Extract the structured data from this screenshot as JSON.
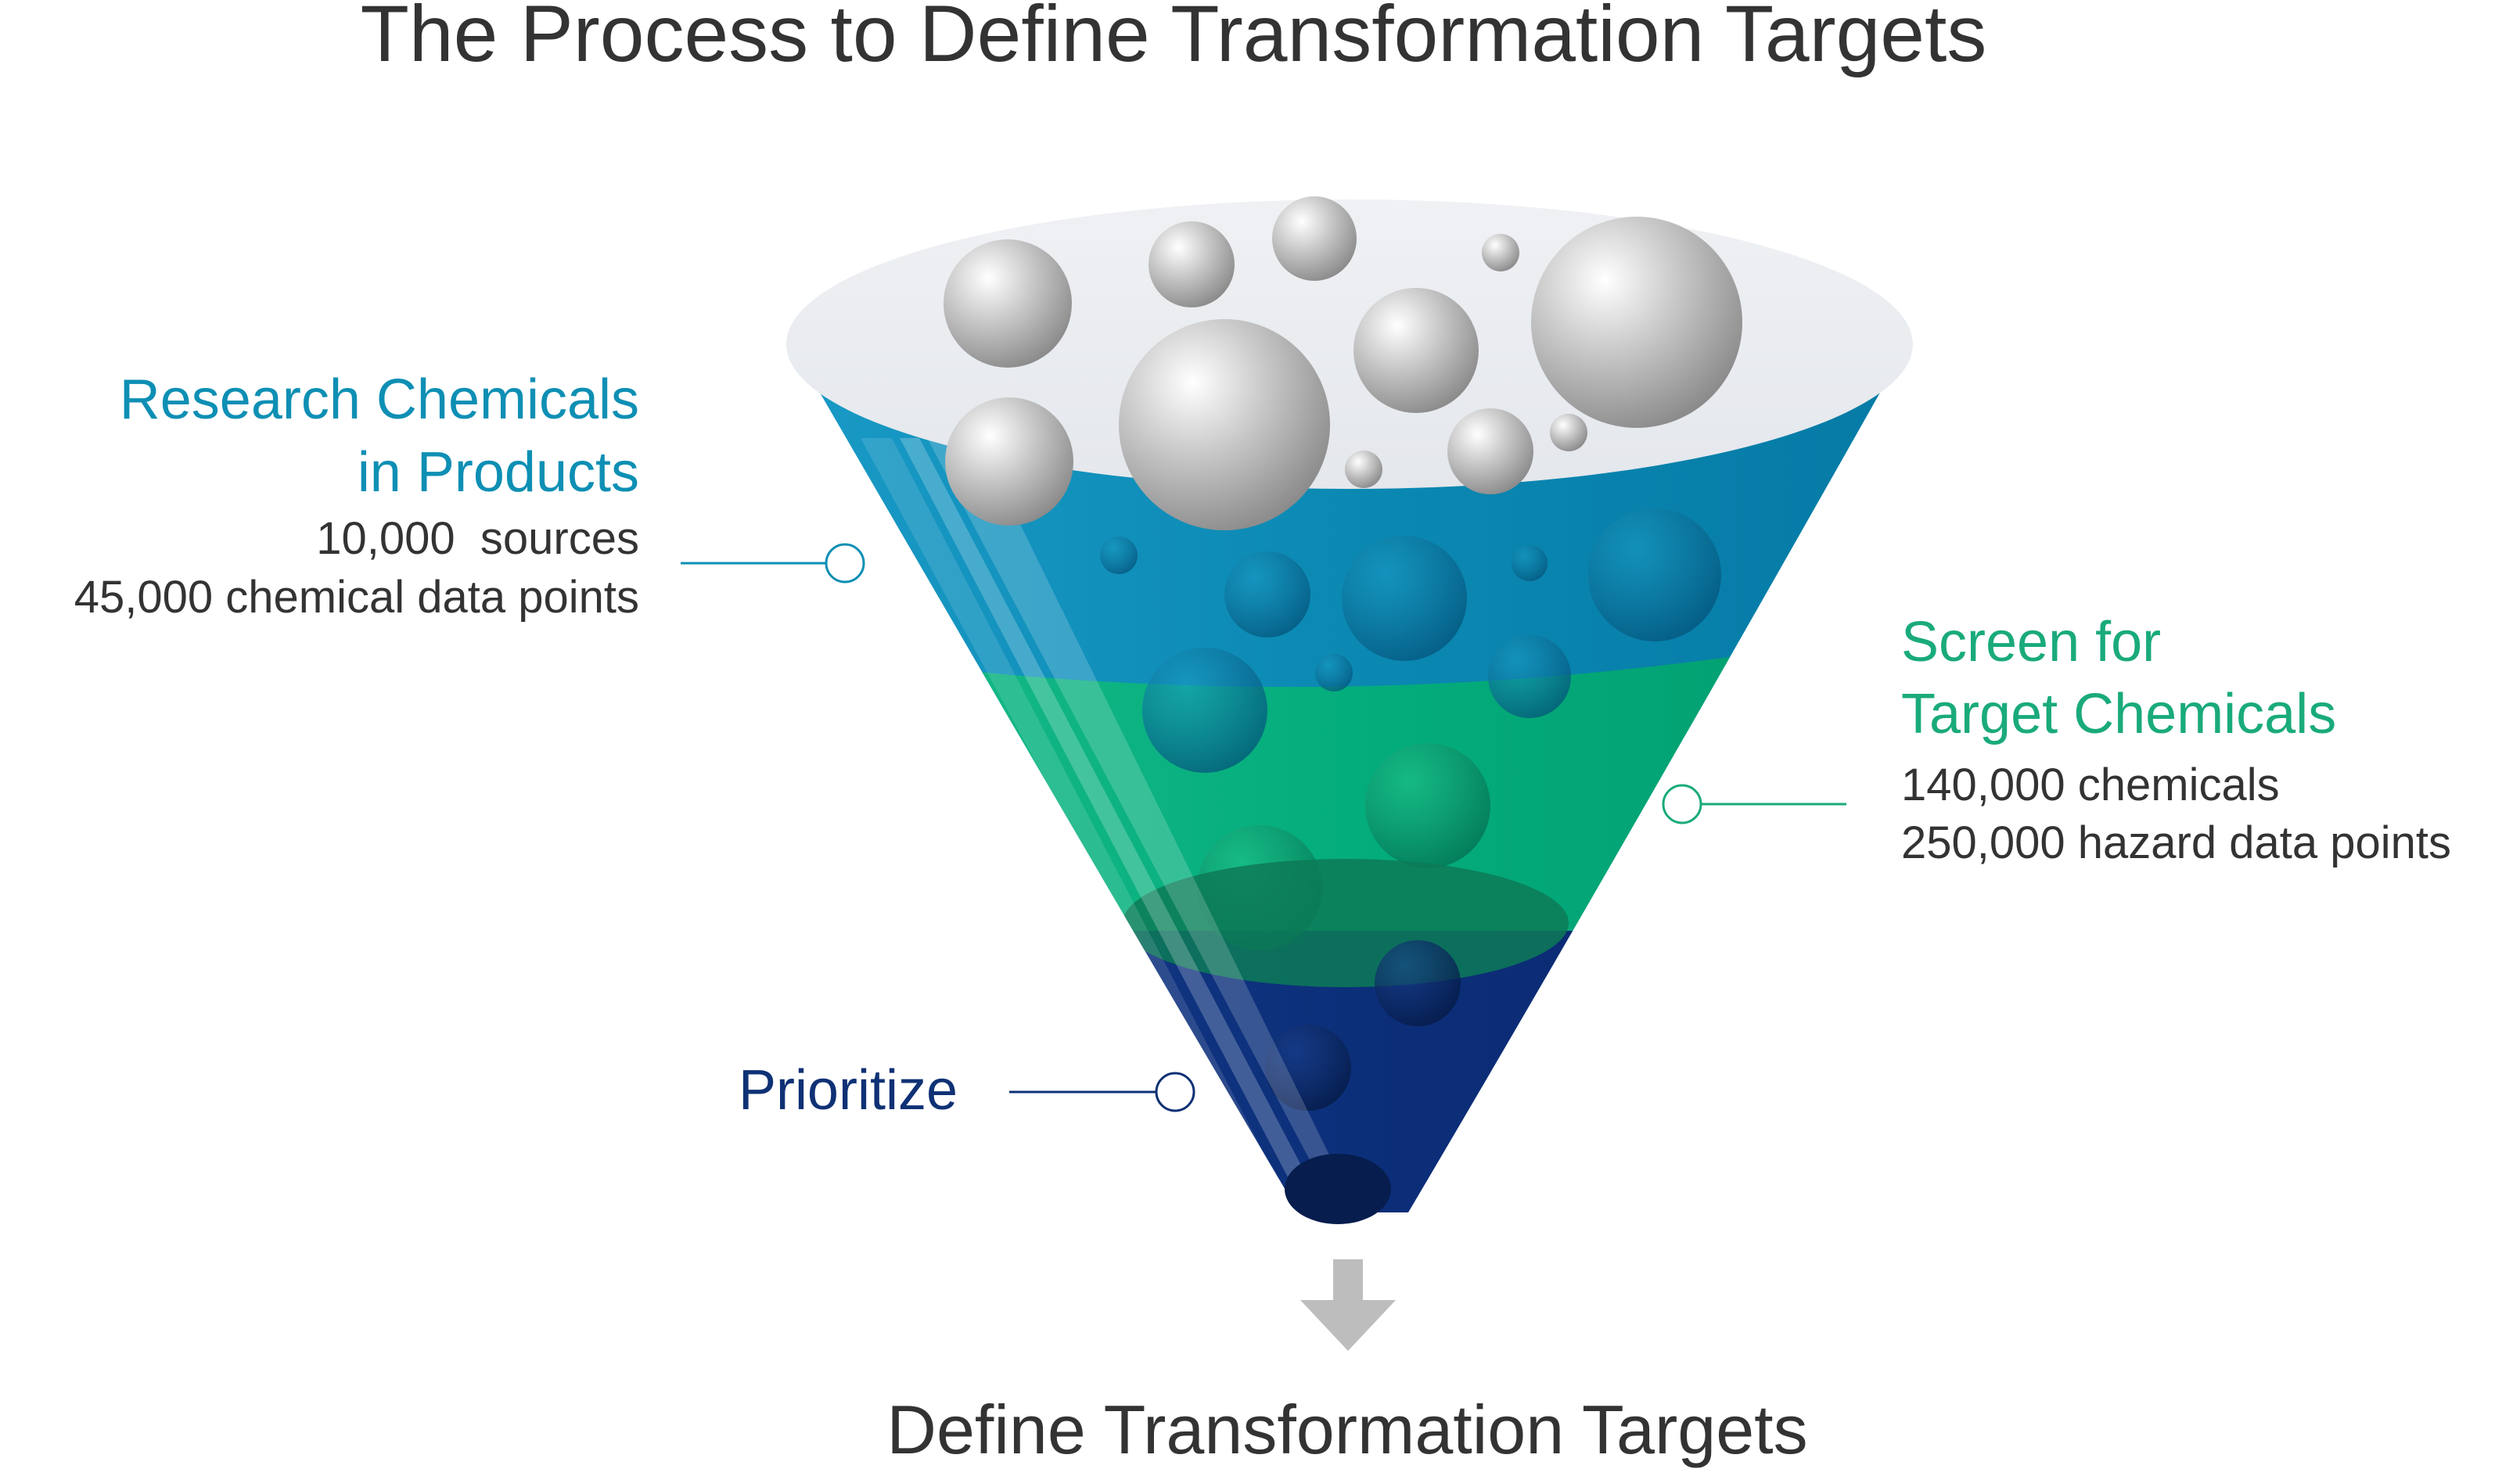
{
  "title": "The Process to Define Transformation Targets",
  "research": {
    "heading_line1": "Research Chemicals",
    "heading_line2": "in Products",
    "stat1": "10,000  sources",
    "stat2": "45,000 chemical data points"
  },
  "screen": {
    "heading_line1": "Screen for",
    "heading_line2": "Target Chemicals",
    "stat1": "140,000 chemicals",
    "stat2": "250,000 hazard data points"
  },
  "prioritize": {
    "heading": "Prioritize"
  },
  "result": {
    "label": "Define Transformation Targets"
  },
  "colors": {
    "research": "#0e8fb4",
    "screen": "#1aaa7c",
    "prioritize": "#0f3175",
    "band_blue": "#0b89b3",
    "band_green": "#04ad7c",
    "band_navy": "#0c2f7a",
    "arrow": "#bdbdbd",
    "text": "#333333"
  }
}
